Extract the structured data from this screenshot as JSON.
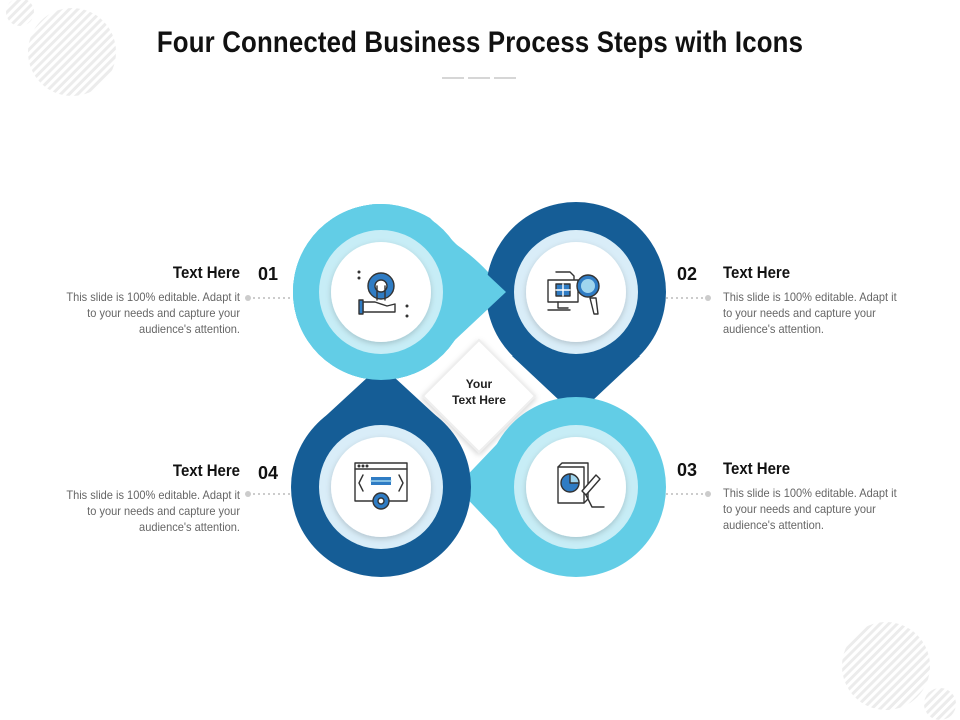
{
  "title": "Four Connected Business Process Steps with Icons",
  "center_text": "Your\nText Here",
  "colors": {
    "light_blue": "#62cde6",
    "dark_blue": "#155d96",
    "icon_blue": "#2f7cc4",
    "inner_ring": "#d7f1f8",
    "text_grey": "#666666",
    "bg_circle": "#f0f0f0"
  },
  "steps": [
    {
      "number": "01",
      "heading": "Text Here",
      "text": "This slide is 100% editable. Adapt it to your needs and capture your audience's attention.",
      "icon": "gear-wrench-hand-icon"
    },
    {
      "number": "02",
      "heading": "Text Here",
      "text": "This slide is 100% editable. Adapt it to your needs and capture your audience's attention.",
      "icon": "monitor-magnifier-icon"
    },
    {
      "number": "03",
      "heading": "Text Here",
      "text": "This slide is 100% editable. Adapt it to your needs and capture your audience's attention.",
      "icon": "pie-chart-document-icon"
    },
    {
      "number": "04",
      "heading": "Text Here",
      "text": "This slide is 100% editable. Adapt it to your needs and capture your audience's attention.",
      "icon": "browser-code-gear-icon"
    }
  ]
}
